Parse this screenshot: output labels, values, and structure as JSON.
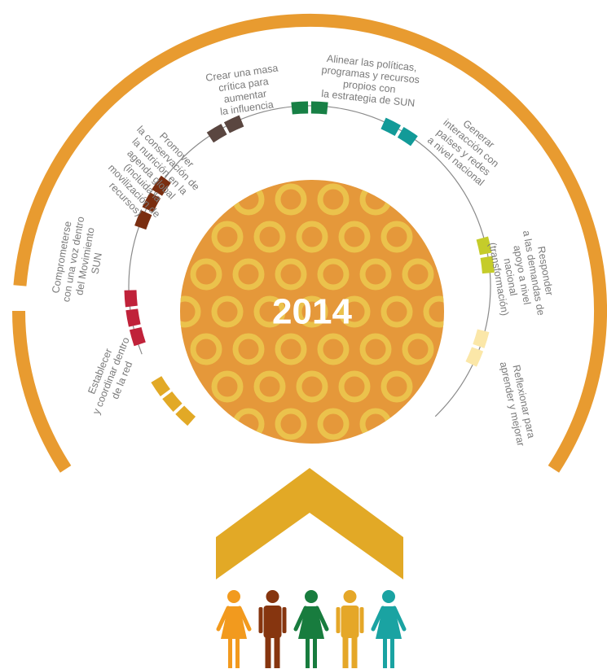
{
  "center": {
    "year": "2014"
  },
  "colors": {
    "outer_arc": "#E89B30",
    "circle_fill": "#E5983A",
    "ring": "#EBC24C",
    "thin_arc": "#8a8a8a",
    "chevron": "#E2A926"
  },
  "processes": [
    {
      "id": "establecer",
      "color": "#E2A926",
      "lines": [
        "Establecer",
        "y coordinar dentro",
        "de la red"
      ]
    },
    {
      "id": "comprometerse",
      "color": "#C0223A",
      "lines": [
        "Comprometerse",
        "con una voz dentro",
        "del Movimiento",
        "SUN"
      ]
    },
    {
      "id": "promover",
      "color": "#7A2E10",
      "lines": [
        "Promover",
        "la conservación de",
        "la nutrición en la",
        "agenda global",
        "(incluida la",
        "movilización de",
        "recursos)"
      ]
    },
    {
      "id": "crear",
      "color": "#5A4640",
      "lines": [
        "Crear una masa",
        "crítica para",
        "aumentar",
        "la influencia"
      ]
    },
    {
      "id": "alinear",
      "color": "#178045",
      "lines": [
        "Alinear las políticas,",
        "programas y recursos",
        "propios con",
        "la estrategia de SUN"
      ]
    },
    {
      "id": "generar",
      "color": "#129A98",
      "lines": [
        "Generar",
        "interacción con",
        "países y redes",
        "a nivel nacional"
      ]
    },
    {
      "id": "responder",
      "color": "#C5CC2A",
      "lines": [
        "Responder",
        "a las demandas de",
        "apoyo a nivel",
        "nacional",
        "(transformación)"
      ]
    },
    {
      "id": "reflexionar",
      "color": "#FBE7A8",
      "lines": [
        "Reflexionar para",
        "aprender y mejorar"
      ]
    }
  ],
  "people": [
    {
      "name": "person-orange",
      "color": "#F29A1E",
      "gender": "f"
    },
    {
      "name": "person-brown",
      "color": "#86350F",
      "gender": "m"
    },
    {
      "name": "person-green",
      "color": "#187C3E",
      "gender": "f"
    },
    {
      "name": "person-gold",
      "color": "#E5A728",
      "gender": "m"
    },
    {
      "name": "person-teal",
      "color": "#1AA3A2",
      "gender": "f"
    }
  ]
}
